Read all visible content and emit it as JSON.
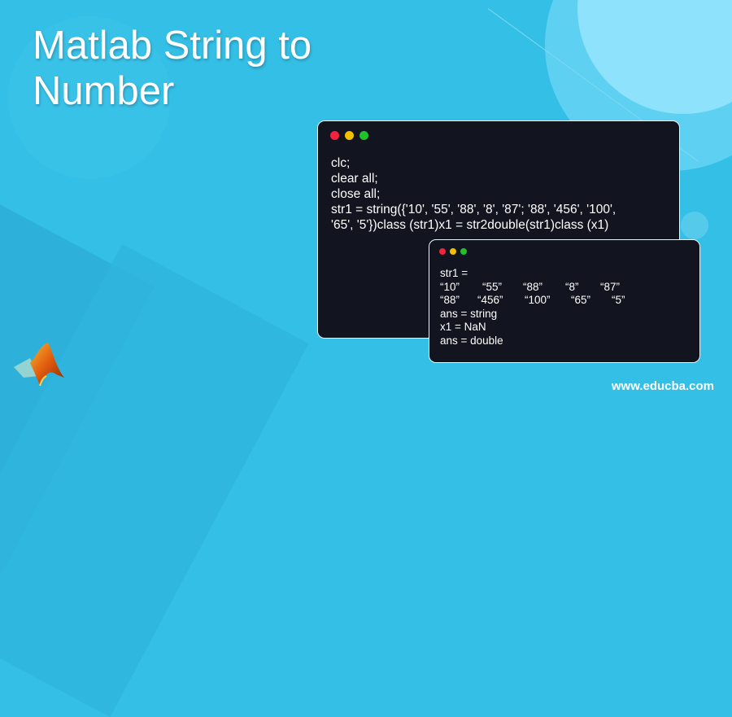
{
  "title": {
    "line1": "Matlab String to",
    "line2": "Number"
  },
  "code_window": {
    "lines": [
      "clc;",
      "clear all;",
      "close all;",
      "str1 = string({'10', '55', '88', '8', '87'; '88', '456', '100',",
      "'65', '5'})class (str1)x1 = str2double(str1)class (x1)"
    ]
  },
  "output_window": {
    "header": "str1 =",
    "row1": [
      "“10”",
      "“55”",
      "“88”",
      "“8”",
      "“87”"
    ],
    "row2": [
      "“88”",
      "“456”",
      "“100”",
      "“65”",
      "“5”"
    ],
    "after": [
      "ans = string",
      "x1 = NaN",
      "ans = double"
    ]
  },
  "footer": {
    "website": "www.educba.com"
  },
  "colors": {
    "background": "#34bfe6",
    "window": "#12141f",
    "dot_red": "#f1233f",
    "dot_yellow": "#f2c100",
    "dot_green": "#1fc12c"
  }
}
